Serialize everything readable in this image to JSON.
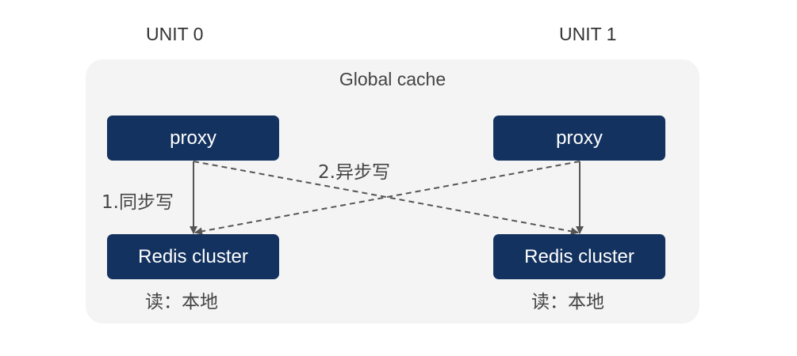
{
  "units": {
    "left_label": "UNIT 0",
    "right_label": "UNIT 1"
  },
  "panel": {
    "title": "Global cache"
  },
  "unit0": {
    "proxy_label": "proxy",
    "redis_label": "Redis cluster",
    "read_note": "读：本地"
  },
  "unit1": {
    "proxy_label": "proxy",
    "redis_label": "Redis cluster",
    "read_note": "读：本地"
  },
  "edges": {
    "sync_write_label": "1.同步写",
    "async_write_label": "2.异步写"
  },
  "colors": {
    "box_fill": "#13325f",
    "arrow": "#555555",
    "panel_bg": "#f4f4f4"
  }
}
